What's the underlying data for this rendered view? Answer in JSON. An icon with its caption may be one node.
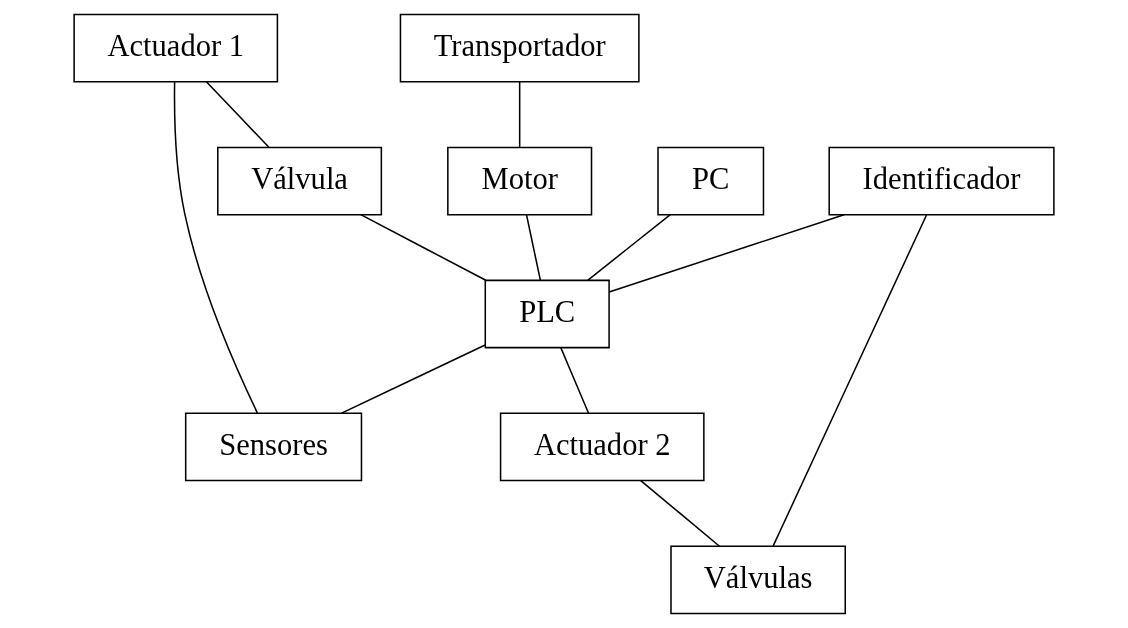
{
  "diagram": {
    "nodes": [
      {
        "text": [
          "Actuador 1"
        ]
      },
      {
        "text": [
          "Actuador 2"
        ]
      },
      {
        "text": [
          "Transportador"
        ]
      },
      {
        "text": [
          "Válvula"
        ]
      },
      {
        "text": [
          "Identificador"
        ]
      },
      {
        "text": [
          "Válvulas"
        ]
      },
      {
        "text": [
          "Motor"
        ]
      },
      {
        "text": [
          "PLC"
        ]
      },
      {
        "text": [
          "Sensores"
        ]
      },
      {
        "text": [
          "PC"
        ]
      }
    ],
    "edges": [
      {
        "from": 0,
        "to": 3,
        "arrow": "none"
      },
      {
        "from": 1,
        "to": 5,
        "arrow": "none"
      },
      {
        "from": 2,
        "to": 6,
        "arrow": "none"
      },
      {
        "from": 3,
        "to": 7,
        "arrow": "none"
      },
      {
        "from": 4,
        "to": 7,
        "arrow": "none"
      },
      {
        "from": 4,
        "to": 5,
        "arrow": "none"
      },
      {
        "from": 6,
        "to": 7,
        "arrow": "none"
      },
      {
        "from": 7,
        "to": 1,
        "arrow": "none"
      },
      {
        "from": 7,
        "to": 8,
        "arrow": "none"
      },
      {
        "from": 9,
        "to": 7,
        "arrow": "none"
      },
      {
        "from": 0,
        "to": 8,
        "arrow": "none"
      }
    ]
  }
}
